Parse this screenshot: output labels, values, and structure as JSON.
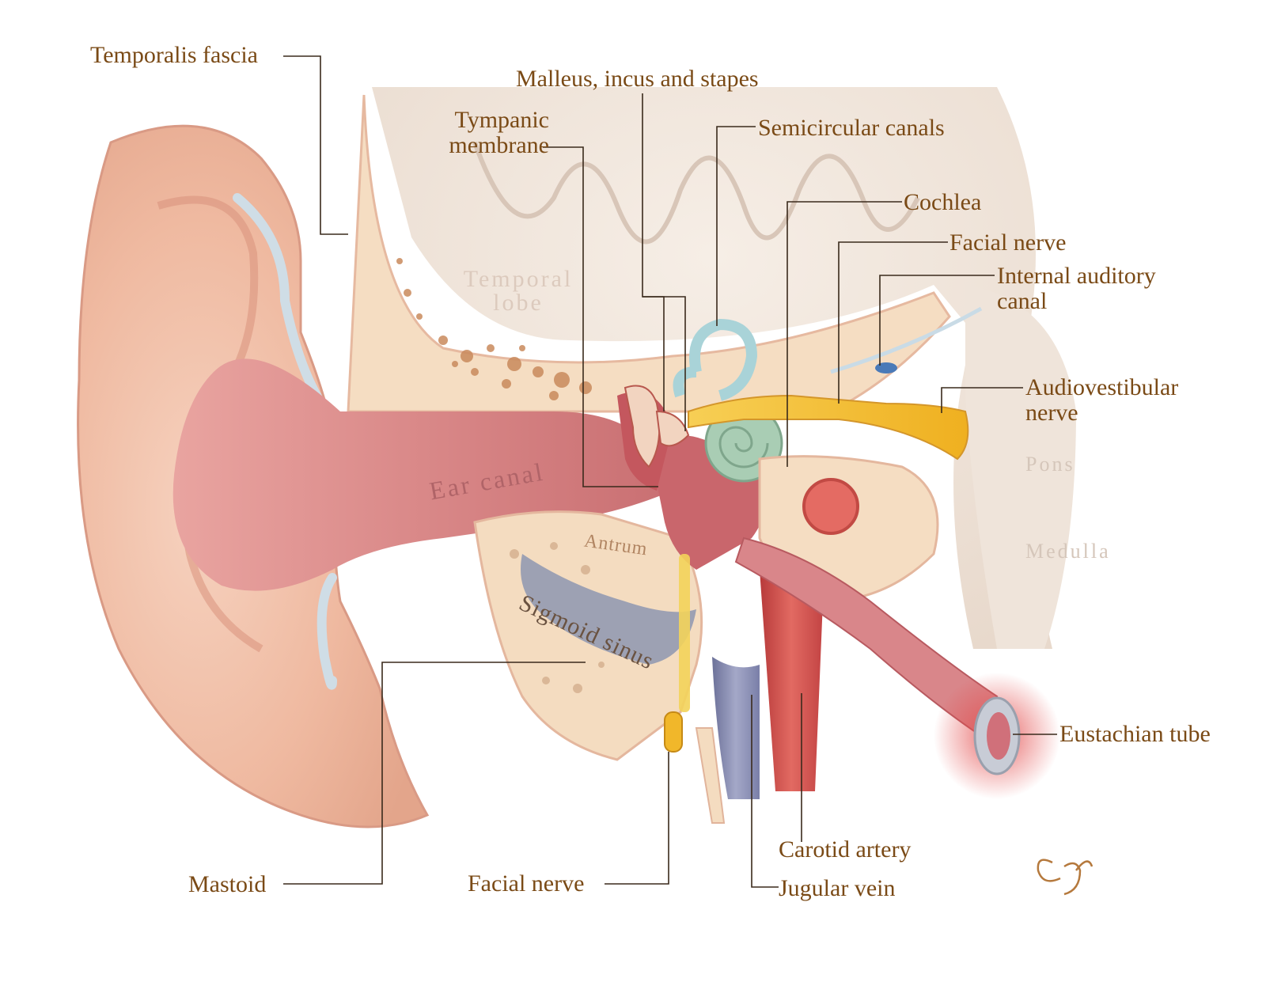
{
  "colors": {
    "label_text": "#7a4a16",
    "leader_line": "#3a2a1c",
    "skin": "#f0bfa6",
    "ear_canal": "#d88585",
    "bone": "#f6dfc4",
    "brain": "#efe3d8",
    "cochlea": "#a9cdb4",
    "semicircular": "#a9d3d8",
    "nerve": "#f2b82c",
    "sigmoid_sinus": "#8d97b0",
    "jugular": "#8a8fb4",
    "carotid": "#d9504c",
    "eustachian_glow": "#e34b4b"
  },
  "labels": {
    "temporalis_fascia": "Temporalis fascia",
    "ossicles": "Malleus, incus and stapes",
    "tympanic_line1": "Tympanic",
    "tympanic_line2": "membrane",
    "semicircular_canals": "Semicircular canals",
    "cochlea": "Cochlea",
    "facial_nerve_upper": "Facial nerve",
    "internal_auditory_line1": "Internal auditory",
    "internal_auditory_line2": "canal",
    "audiovestibular_line1": "Audiovestibular",
    "audiovestibular_line2": "nerve",
    "eustachian_tube": "Eustachian tube",
    "carotid_artery": "Carotid artery",
    "jugular_vein": "Jugular vein",
    "facial_nerve_lower": "Facial nerve",
    "mastoid": "Mastoid"
  },
  "inner_labels": {
    "temporal_line1": "Temporal",
    "temporal_line2": "lobe",
    "ear_canal": "Ear canal",
    "antrum": "Antrum",
    "sigmoid_sinus": "Sigmoid sinus",
    "pons": "Pons",
    "medulla": "Medulla"
  }
}
